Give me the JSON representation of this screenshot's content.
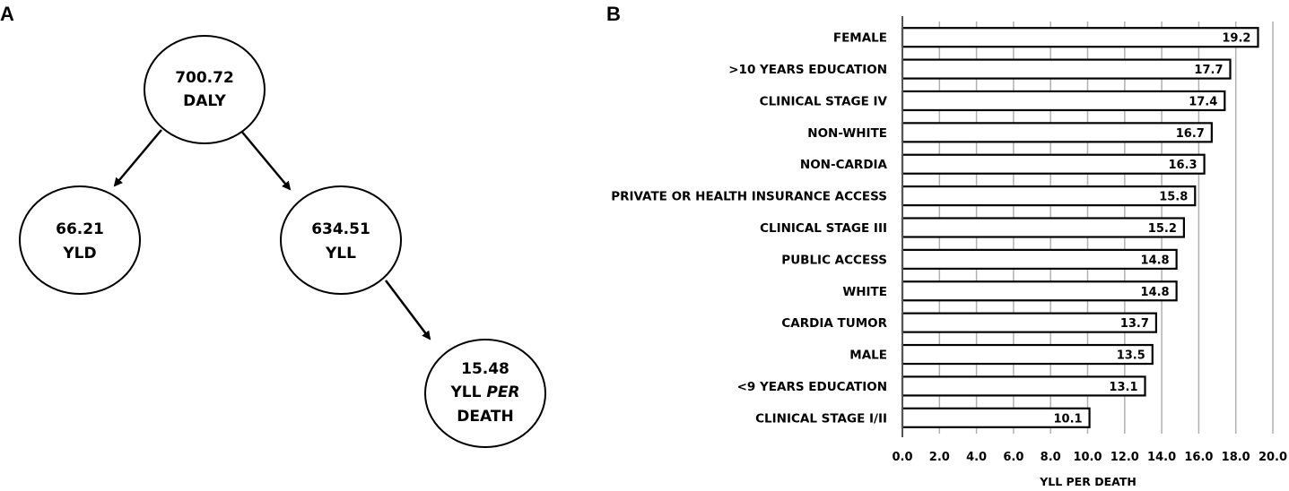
{
  "panels": {
    "a_letter": "A",
    "b_letter": "B"
  },
  "diagram": {
    "nodes": [
      {
        "id": "daly",
        "lines": [
          "700.72",
          "DALY"
        ]
      },
      {
        "id": "yld",
        "lines": [
          "66.21",
          "YLD"
        ]
      },
      {
        "id": "yll",
        "lines": [
          "634.51",
          "YLL"
        ]
      },
      {
        "id": "yll-per-death",
        "lines": [
          "15.48",
          "YLL PER",
          "DEATH"
        ],
        "italic_word": "PER"
      }
    ],
    "edges": [
      {
        "from": "daly",
        "to": "yld"
      },
      {
        "from": "daly",
        "to": "yll"
      },
      {
        "from": "yll",
        "to": "yll-per-death"
      }
    ]
  },
  "chart_data": {
    "type": "bar",
    "orientation": "horizontal",
    "categories": [
      "FEMALE",
      ">10 YEARS EDUCATION",
      "CLINICAL STAGE IV",
      "NON-WHITE",
      "NON-CARDIA",
      "PRIVATE OR HEALTH INSURANCE ACCESS",
      "CLINICAL STAGE III",
      "PUBLIC ACCESS",
      "WHITE",
      "CARDIA TUMOR",
      "MALE",
      "<9 YEARS EDUCATION",
      "CLINICAL STAGE I/II"
    ],
    "values": [
      19.2,
      17.7,
      17.4,
      16.7,
      16.3,
      15.8,
      15.2,
      14.8,
      14.8,
      13.7,
      13.5,
      13.1,
      10.1
    ],
    "value_labels": [
      "19.2",
      "17.7",
      "17.4",
      "16.7",
      "16.3",
      "15.8",
      "15.2",
      "14.8",
      "14.8",
      "13.7",
      "13.5",
      "13.1",
      "10.1"
    ],
    "xlabel": "YLL PER DEATH",
    "xlim": [
      0,
      20
    ],
    "xticks": [
      "0.0",
      "2.0",
      "4.0",
      "6.0",
      "8.0",
      "10.0",
      "12.0",
      "14.0",
      "16.0",
      "18.0",
      "20.0"
    ],
    "grid": "vertical",
    "bar_fill": "#ffffff",
    "bar_stroke": "#000000",
    "grid_color": "#b0b0b0"
  }
}
